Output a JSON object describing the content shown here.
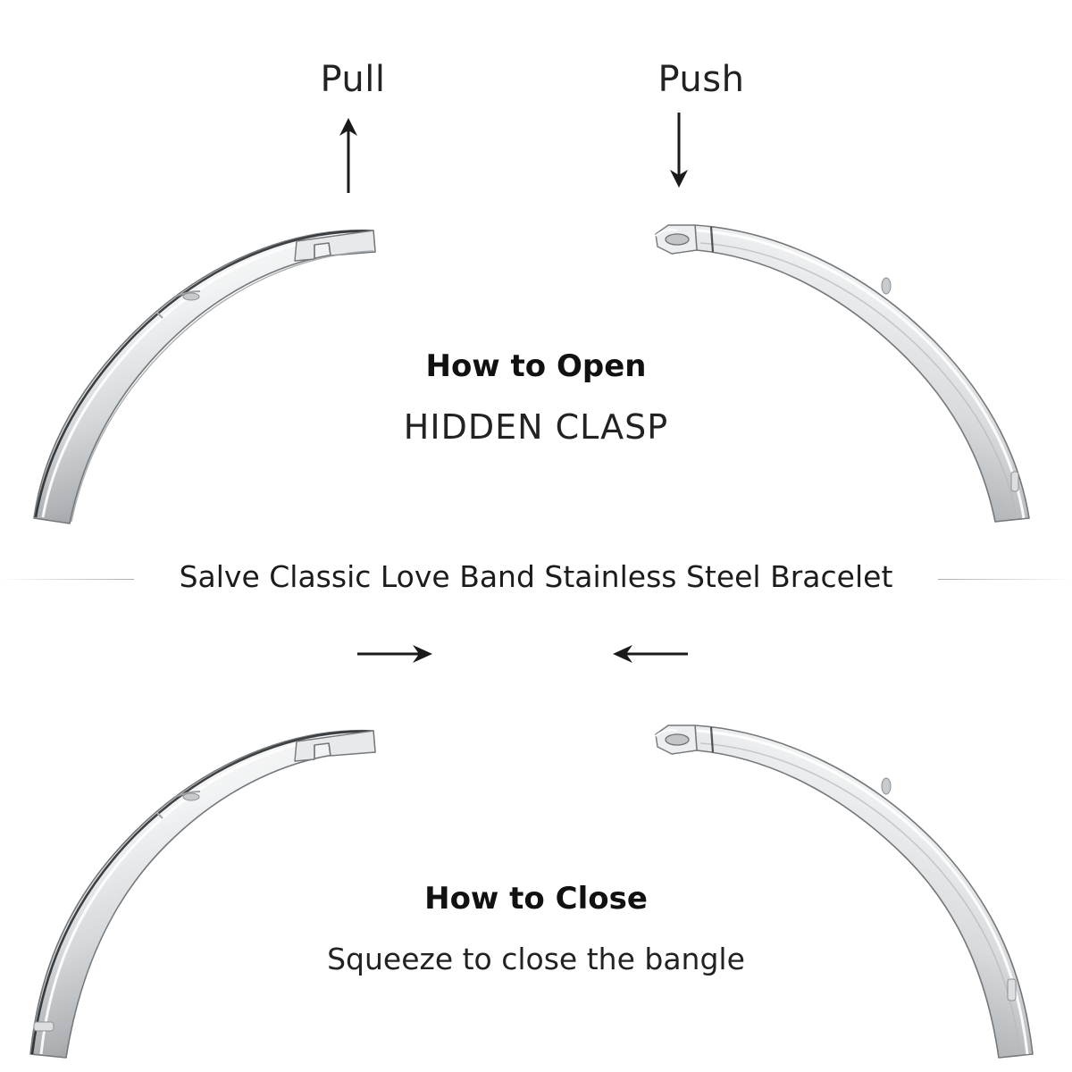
{
  "page": {
    "background_color": "#ffffff",
    "text_color": "#1a1a1a"
  },
  "top_section": {
    "left_label": "Pull",
    "right_label": "Push",
    "heading": "How to Open",
    "subheading": "HIDDEN CLASP",
    "left_arrow_direction": "up",
    "right_arrow_direction": "down"
  },
  "product": {
    "title": "Salve Classic Love Band Stainless Steel Bracelet"
  },
  "bottom_section": {
    "heading": "How to Close",
    "subheading": "Squeeze to close the bangle",
    "left_arrow_direction": "right",
    "right_arrow_direction": "left"
  },
  "artwork": {
    "metal_highlight": "#ffffff",
    "metal_mid": "#d9dbdd",
    "metal_shadow": "#8f9396",
    "metal_outline": "#6e7275",
    "metal_dark_edge": "#2c2f31"
  }
}
